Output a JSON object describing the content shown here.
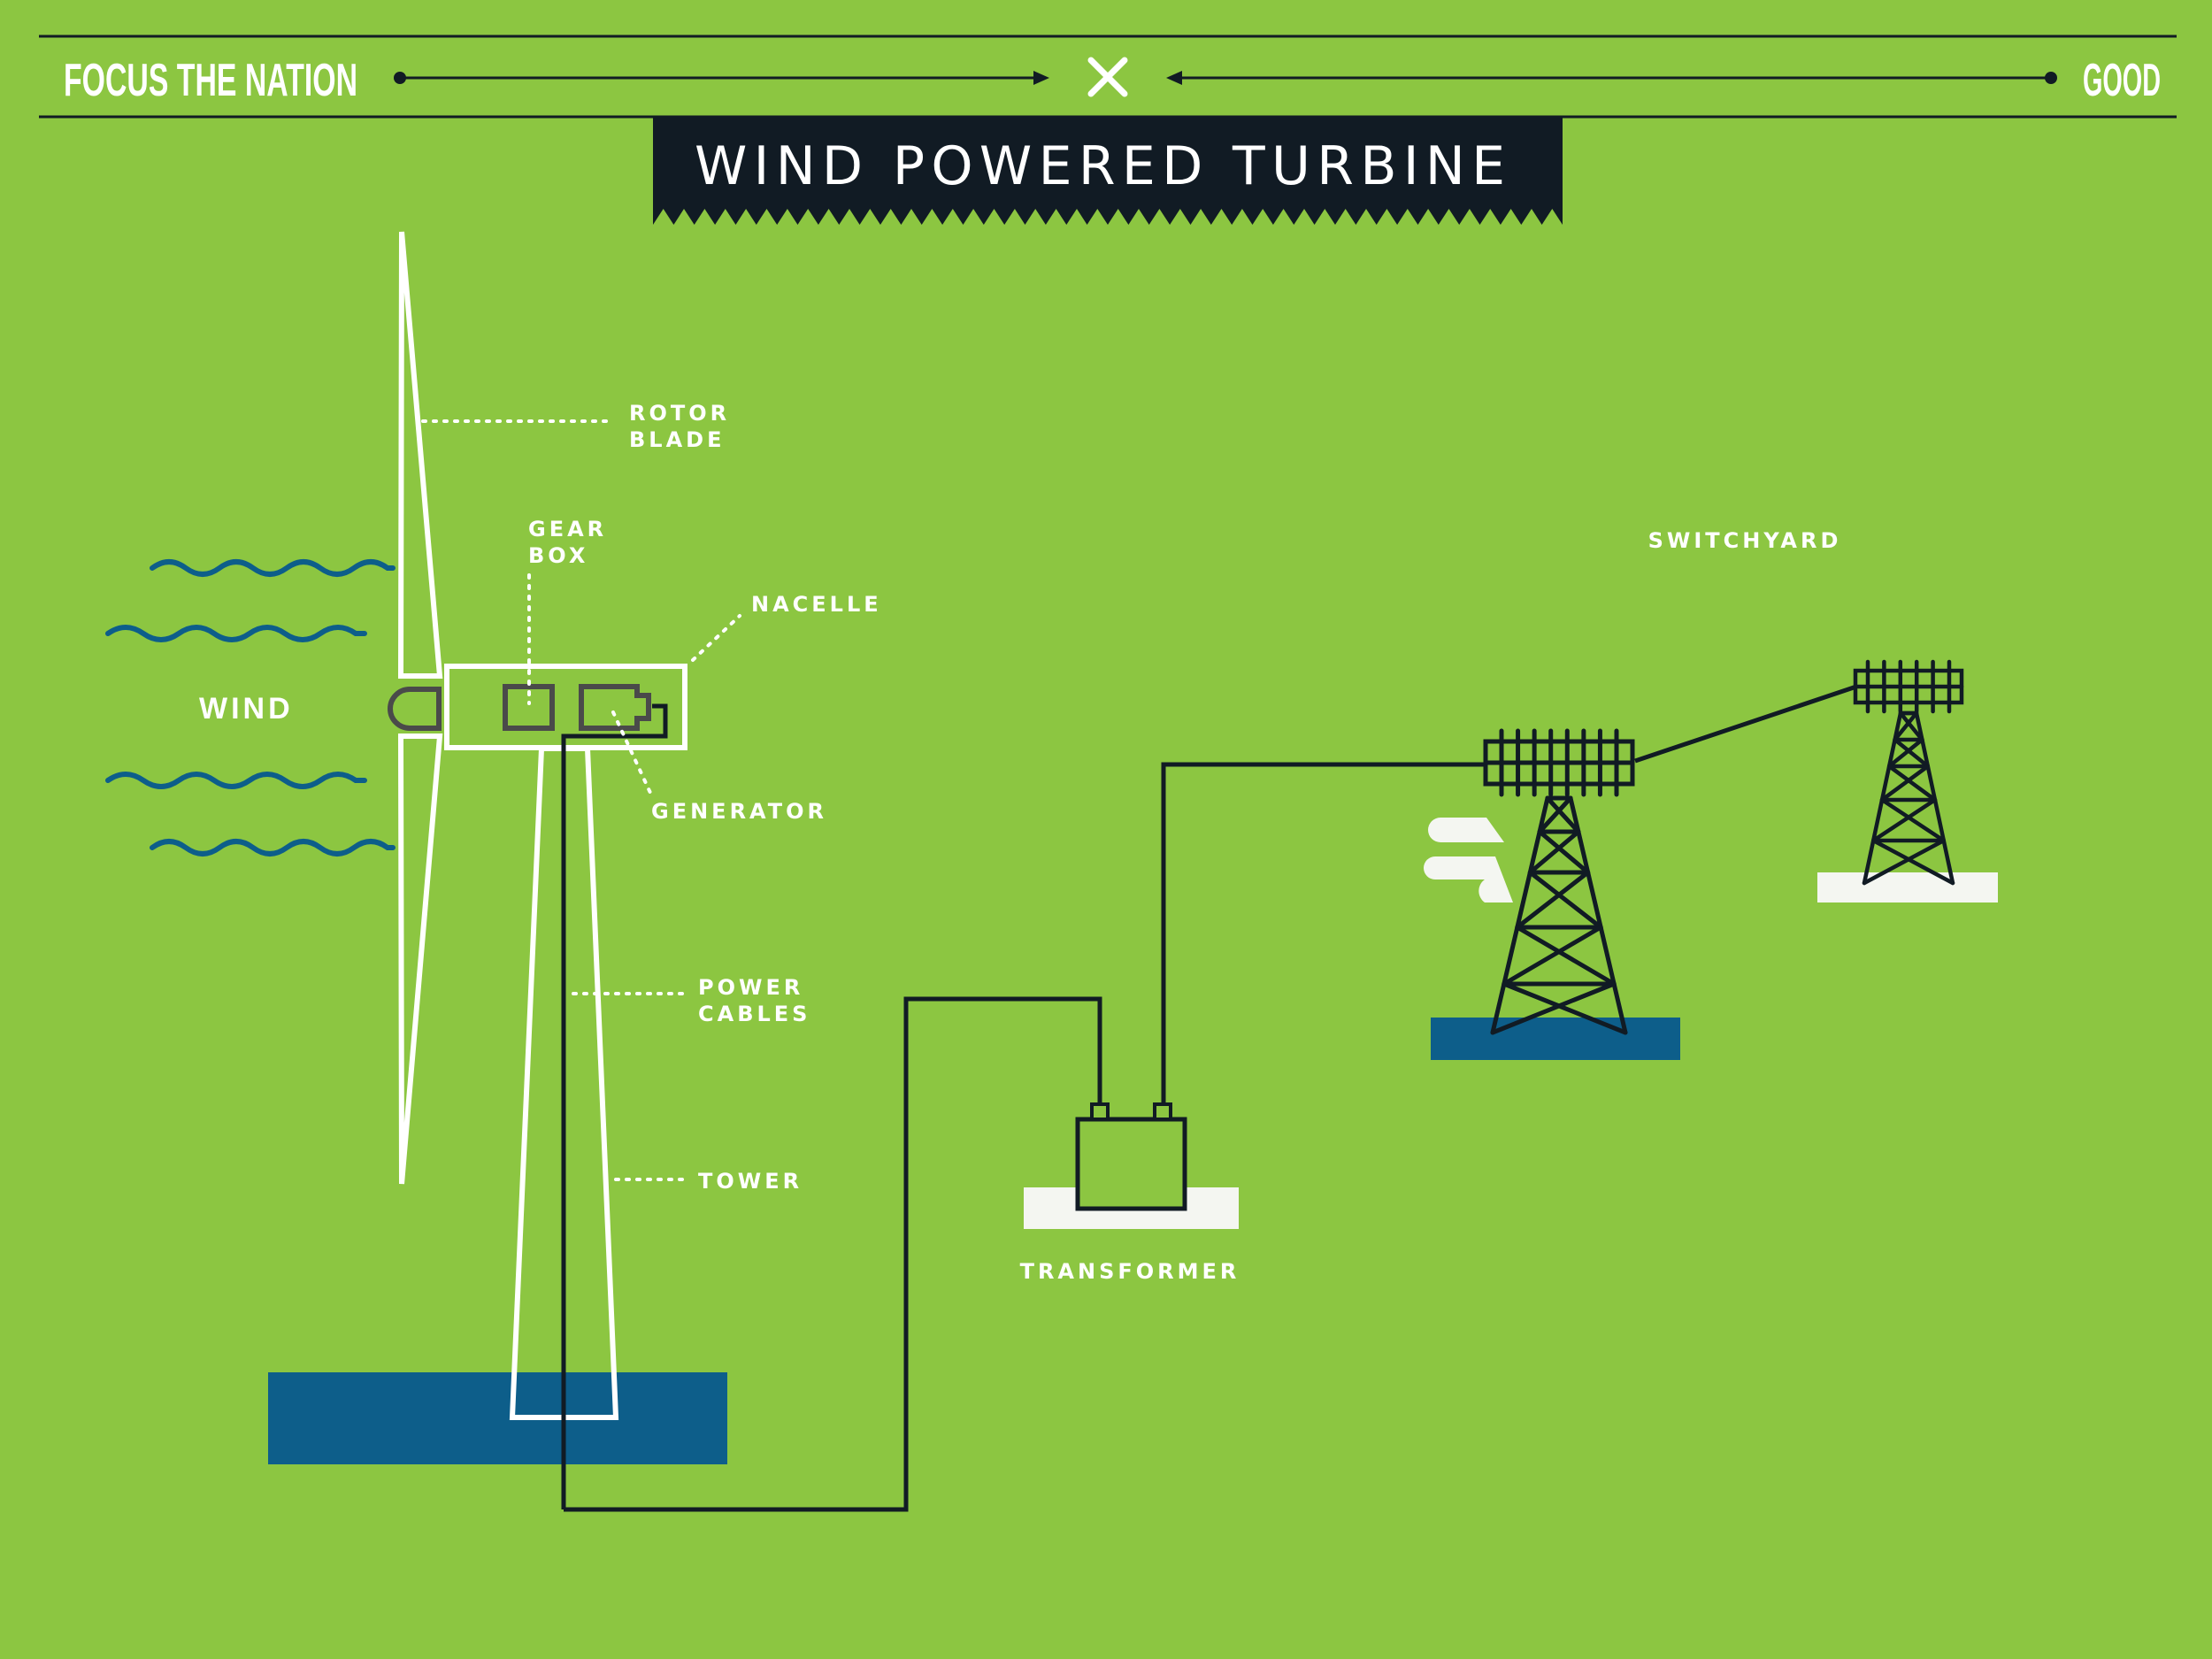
{
  "header": {
    "left_brand": "FOCUS THE NATION",
    "right_brand": "GOOD",
    "center_icon": "close-x-icon"
  },
  "title": "WIND POWERED TURBINE",
  "labels": {
    "wind": "WIND",
    "rotor_blade": [
      "ROTOR",
      "BLADE"
    ],
    "gear_box": [
      "GEAR",
      "BOX"
    ],
    "nacelle": "NACELLE",
    "generator": "GENERATOR",
    "power_cables": [
      "POWER",
      "CABLES"
    ],
    "tower": "TOWER",
    "transformer": "TRANSFORMER",
    "switchyard": "SWITCHYARD"
  },
  "colors": {
    "background": "#8cc641",
    "navy": "#111b24",
    "blue": "#0d5e8a",
    "white": "#ffffff",
    "pad": "#f4f6f1"
  }
}
